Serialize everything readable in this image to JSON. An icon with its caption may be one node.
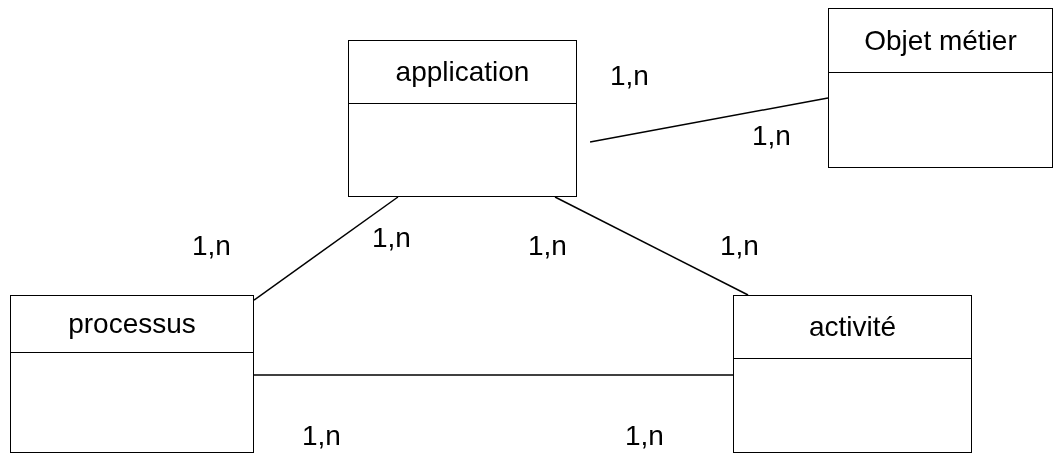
{
  "diagram": {
    "nodes": [
      {
        "text": [
          "application"
        ]
      },
      {
        "text": [
          "Objet métier"
        ]
      },
      {
        "text": [
          "processus"
        ]
      },
      {
        "text": [
          "activité"
        ]
      }
    ],
    "edges": [
      {
        "from": 0,
        "to": 1,
        "arrow": "none"
      },
      {
        "from": 0,
        "to": 2,
        "arrow": "none"
      },
      {
        "from": 0,
        "to": 3,
        "arrow": "none"
      },
      {
        "from": 2,
        "to": 3,
        "arrow": "none"
      }
    ],
    "labels": [
      "1,n",
      "1,n",
      "1,n",
      "1,n",
      "1,n",
      "1,n",
      "1,n",
      "1,n"
    ]
  }
}
